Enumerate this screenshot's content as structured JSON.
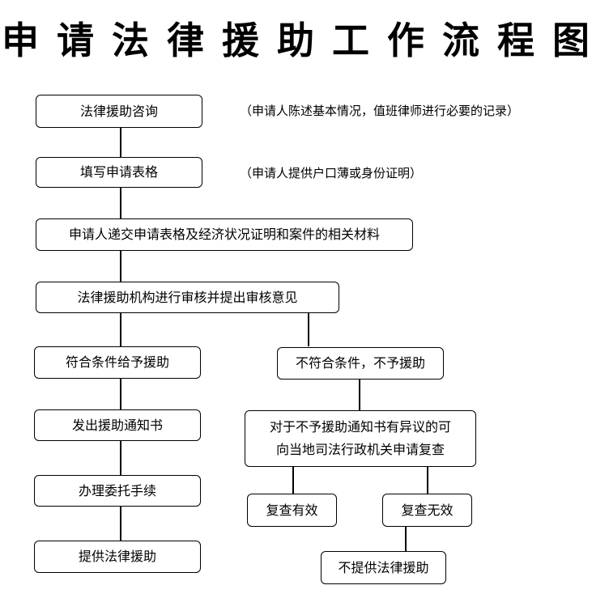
{
  "title": "申请法律援助工作流程图",
  "steps": {
    "consult": "法律援助咨询",
    "fill_form": "填写申请表格",
    "submit": "申请人递交申请表格及经济状况证明和案件的相关材料",
    "review": "法律援助机构进行审核并提出审核意见",
    "qualified": "符合条件给予援助",
    "not_qualified": "不符合条件，不予援助",
    "notice": "发出援助通知书",
    "objection_line1": "对于不予援助通知书有异议的可",
    "objection_line2": "向当地司法行政机关申请复查",
    "entrust": "办理委托手续",
    "recheck_valid": "复查有效",
    "recheck_invalid": "复查无效",
    "provide": "提供法律援助",
    "not_provide": "不提供法律援助"
  },
  "notes": {
    "consult_note": "（申请人陈述基本情况，值班律师进行必要的记录）",
    "fill_note": "（申请人提供户口薄或身份证明）"
  }
}
